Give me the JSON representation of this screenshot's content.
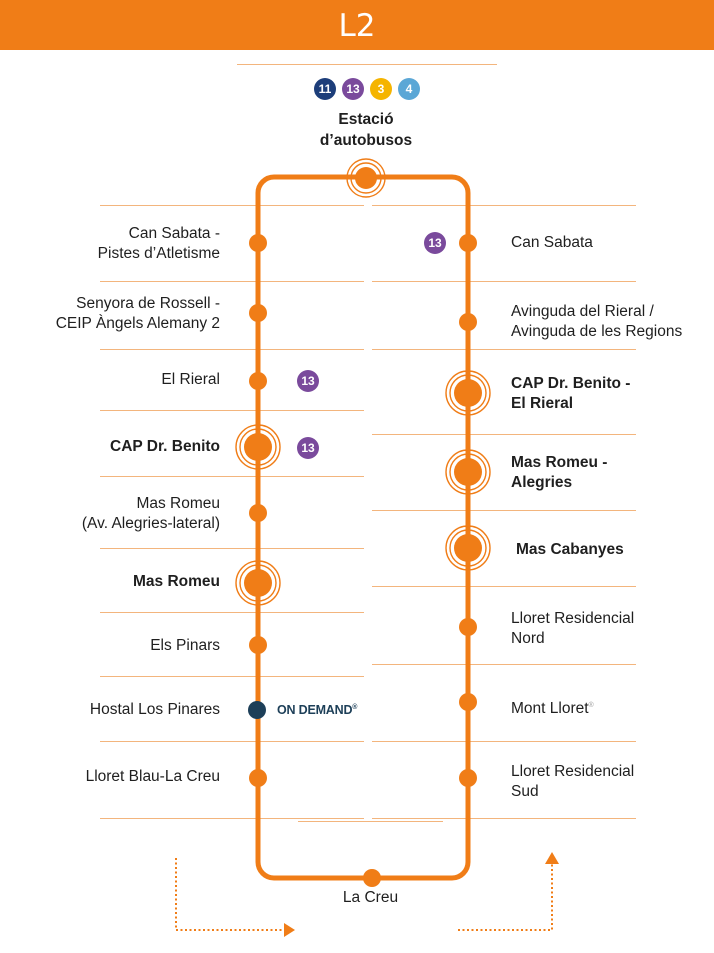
{
  "header": {
    "title": "L2",
    "color": "#f07d17"
  },
  "colors": {
    "route": "#f07d17",
    "line11": "#1d3e7a",
    "line13": "#7a4a9c",
    "line3": "#f5b400",
    "line4": "#5ba7d6",
    "ondemand": "#1d3f58"
  },
  "terminal": {
    "name_line1": "Estació",
    "name_line2": "d’autobusos",
    "connections": [
      "11",
      "13",
      "3",
      "4"
    ]
  },
  "left_stops": [
    {
      "line1": "Can Sabata -",
      "line2": "Pistes d’Atletisme",
      "bold": false
    },
    {
      "line1": "Senyora de Rossell -",
      "line2": "CEIP Àngels Alemany 2",
      "bold": false
    },
    {
      "line1": "El Rieral",
      "line2": "",
      "bold": false,
      "connection": "13"
    },
    {
      "line1": "CAP Dr. Benito",
      "line2": "",
      "bold": true,
      "connection": "13"
    },
    {
      "line1": "Mas Romeu",
      "line2": "(Av. Alegries-lateral)",
      "bold": false
    },
    {
      "line1": "Mas Romeu",
      "line2": "",
      "bold": true
    },
    {
      "line1": "Els Pinars",
      "line2": "",
      "bold": false
    },
    {
      "line1": "Hostal Los Pinares",
      "line2": "",
      "bold": false,
      "service": "ON DEMAND",
      "service_mark": "®"
    },
    {
      "line1": "Lloret Blau-La Creu",
      "line2": "",
      "bold": false
    }
  ],
  "right_stops": [
    {
      "line1": "Can Sabata",
      "line2": "",
      "bold": false,
      "connection": "13"
    },
    {
      "line1": "Avinguda del Rieral /",
      "line2": "Avinguda de les Regions",
      "bold": false
    },
    {
      "line1": "CAP Dr. Benito -",
      "line2": "El Rieral",
      "bold": true
    },
    {
      "line1": "Mas Romeu -",
      "line2": "Alegries",
      "bold": true
    },
    {
      "line1": "Mas Cabanyes",
      "line2": "",
      "bold": true
    },
    {
      "line1": "Lloret Residencial",
      "line2": "Nord",
      "bold": false
    },
    {
      "line1": "Mont Lloret",
      "line2": "",
      "bold": false,
      "mark": "®"
    },
    {
      "line1": "Lloret Residencial",
      "line2": "Sud",
      "bold": false
    }
  ],
  "bottom_stop": {
    "name": "La Creu"
  }
}
